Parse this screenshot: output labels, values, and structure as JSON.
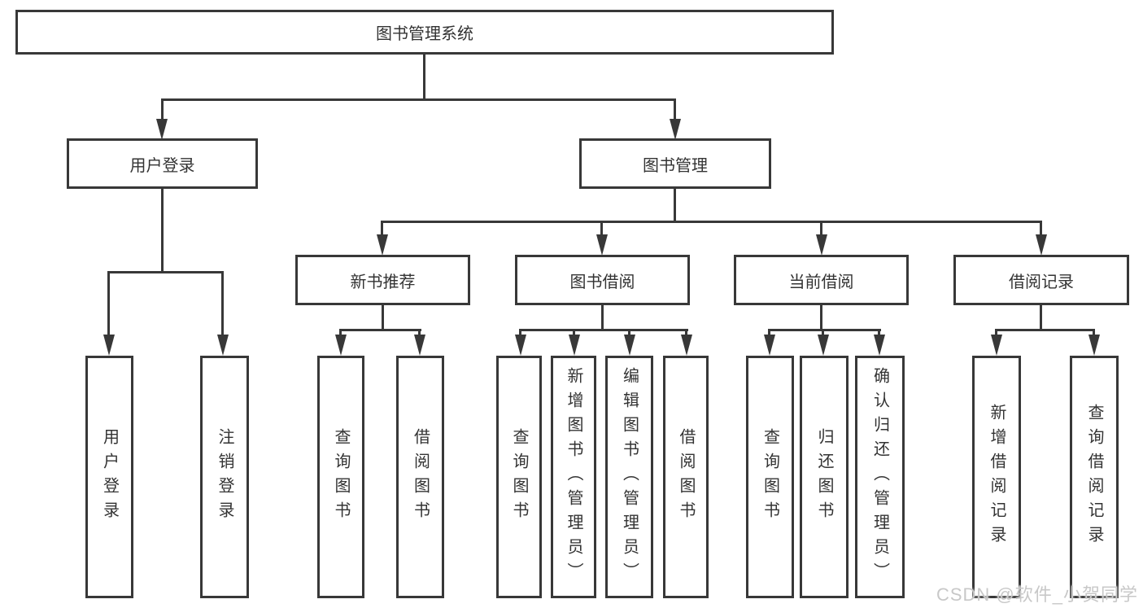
{
  "colors": {
    "line": "#383838",
    "text": "#333333",
    "background": "#ffffff",
    "watermark": "#c8c8c8"
  },
  "watermark": "CSDN @软件_小贺同学",
  "nodes": {
    "root": "图书管理系统",
    "user_login": "用户登录",
    "book_mgmt": "图书管理",
    "new_books": "新书推荐",
    "book_borrow": "图书借阅",
    "current_borrow": "当前借阅",
    "borrow_records": "借阅记录",
    "leaf_user_login": "用户登录",
    "leaf_logout": "注销登录",
    "leaf_nb_query": "查询图书",
    "leaf_nb_borrow": "借阅图书",
    "leaf_bb_query": "查询图书",
    "leaf_bb_add": "新增图书（管理员）",
    "leaf_bb_edit": "编辑图书（管理员）",
    "leaf_bb_borrow": "借阅图书",
    "leaf_cb_query": "查询图书",
    "leaf_cb_return": "归还图书",
    "leaf_cb_confirm": "确认归还（管理员）",
    "leaf_br_add": "新增借阅记录",
    "leaf_br_query": "查询借阅记录"
  }
}
